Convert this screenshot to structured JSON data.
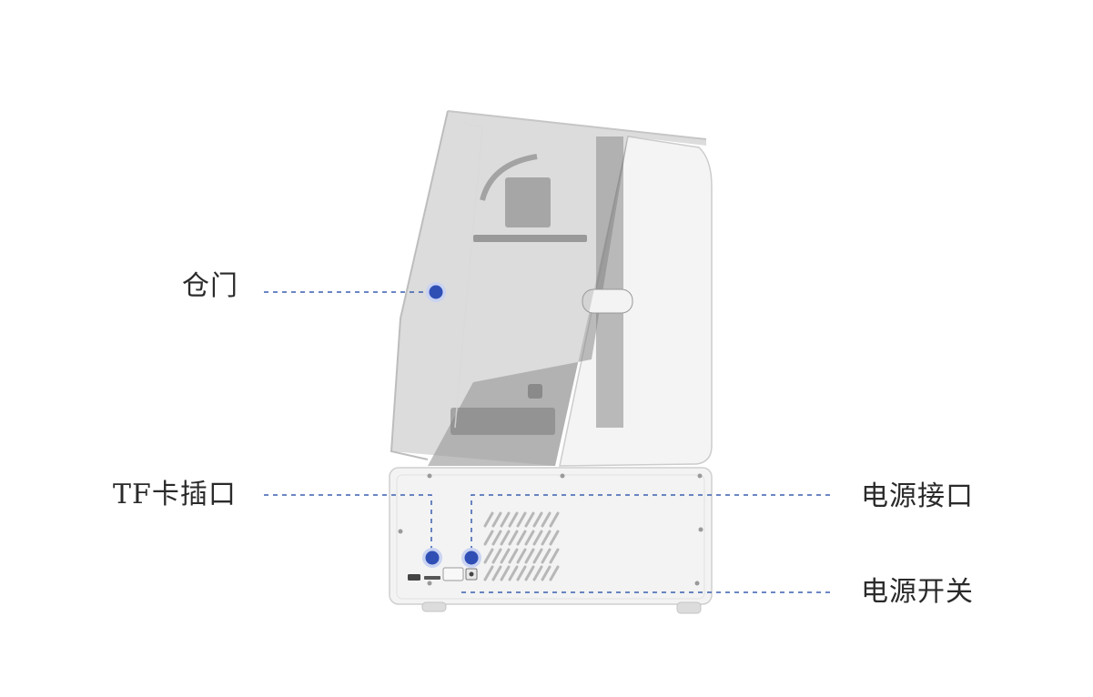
{
  "labels": {
    "door": "仓门",
    "tf_slot": "TF卡插口",
    "power_port": "电源接口",
    "power_switch": "电源开关"
  },
  "colors": {
    "background": "#ffffff",
    "label_text": "#2a2a2a",
    "marker": "#2f4fb5",
    "marker_ring": "#c9d3f2",
    "leader_line": "#3a5fb0",
    "body": "#f2f2f2",
    "body_outline": "#c8c8c8",
    "cover_tint": "#9a9a9a",
    "inner_dark": "#7a7a7a"
  },
  "icons": {
    "callout_marker": "dot-marker-icon",
    "leader": "dashed-leader-line"
  }
}
